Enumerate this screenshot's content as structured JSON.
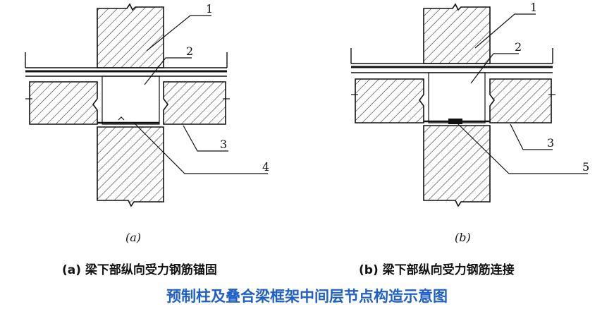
{
  "diagram_a": {
    "labels": [
      "1",
      "2",
      "3",
      "4"
    ],
    "panel_label": "(a)"
  },
  "diagram_b": {
    "labels": [
      "1",
      "2",
      "3",
      "5"
    ],
    "panel_label": "(b)"
  },
  "captions": {
    "a": "(a) 梁下部纵向受力钢筋锚固",
    "b": "(b) 梁下部纵向受力钢筋连接"
  },
  "title": "预制柱及叠合梁框架中间层节点构造示意图",
  "colors": {
    "line": "#111111",
    "title": "#1f5fc9"
  }
}
